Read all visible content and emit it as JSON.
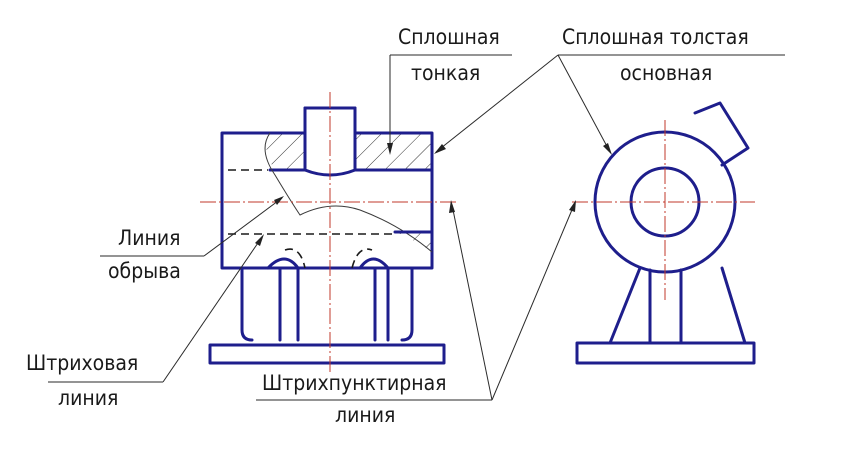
{
  "labels": {
    "solid_thin": [
      "Сплошная",
      "тонкая"
    ],
    "solid_thick": [
      "Сплошная толстая",
      "основная"
    ],
    "break_line": [
      "Линия",
      "обрыва"
    ],
    "dashed_line": [
      "Штриховая",
      "линия"
    ],
    "dash_dot_line": [
      "Штрихпунктирная",
      "линия"
    ]
  },
  "colors": {
    "object_line": "#1e1e8c",
    "center_line": "#c0392b",
    "text": "#1a1a1a"
  }
}
